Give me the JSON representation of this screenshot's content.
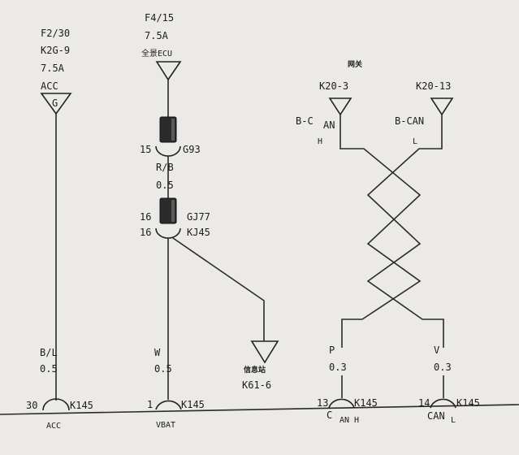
{
  "acc_circuit": {
    "fuse": "F2/30",
    "connector": "K2G-9",
    "rating": "7.5A",
    "source": "ACC",
    "terminal_mark": "G",
    "wire_color": "B/L",
    "wire_size": "0.5",
    "pin": "30",
    "pin_connector": "K145",
    "pin_label": "ACC"
  },
  "vbat_circuit": {
    "fuse": "F4/15",
    "rating": "7.5A",
    "source": "全景ECU",
    "plug1_pin": "15",
    "plug1_connector": "G93",
    "mid_wire_color": "R/B",
    "mid_wire_size": "0.5",
    "plug2_pin_top": "16",
    "plug2_pin_bottom": "16",
    "plug2_connector_top": "GJ77",
    "plug2_connector_bottom": "KJ45",
    "wire_color": "W",
    "wire_size": "0.5",
    "pin": "1",
    "pin_connector": "K145",
    "pin_label": "VBAT",
    "branch_label": "信息站",
    "branch_connector": "K61-6"
  },
  "can_bus": {
    "header": "网关",
    "high": {
      "connector": "K20-3",
      "label_left": "B-C",
      "label_right": "AN",
      "label_sub": "H",
      "wire_color": "P",
      "wire_size": "0.3",
      "pin": "13",
      "pin_connector": "K145",
      "pin_label_left": "C",
      "pin_label_right": "AN H"
    },
    "low": {
      "connector": "K20-13",
      "label": "B-CAN",
      "label_sub": "L",
      "wire_color": "V",
      "wire_size": "0.3",
      "pin": "14",
      "pin_connector": "K145",
      "pin_label_left": "CAN",
      "pin_label_right": "L"
    }
  }
}
